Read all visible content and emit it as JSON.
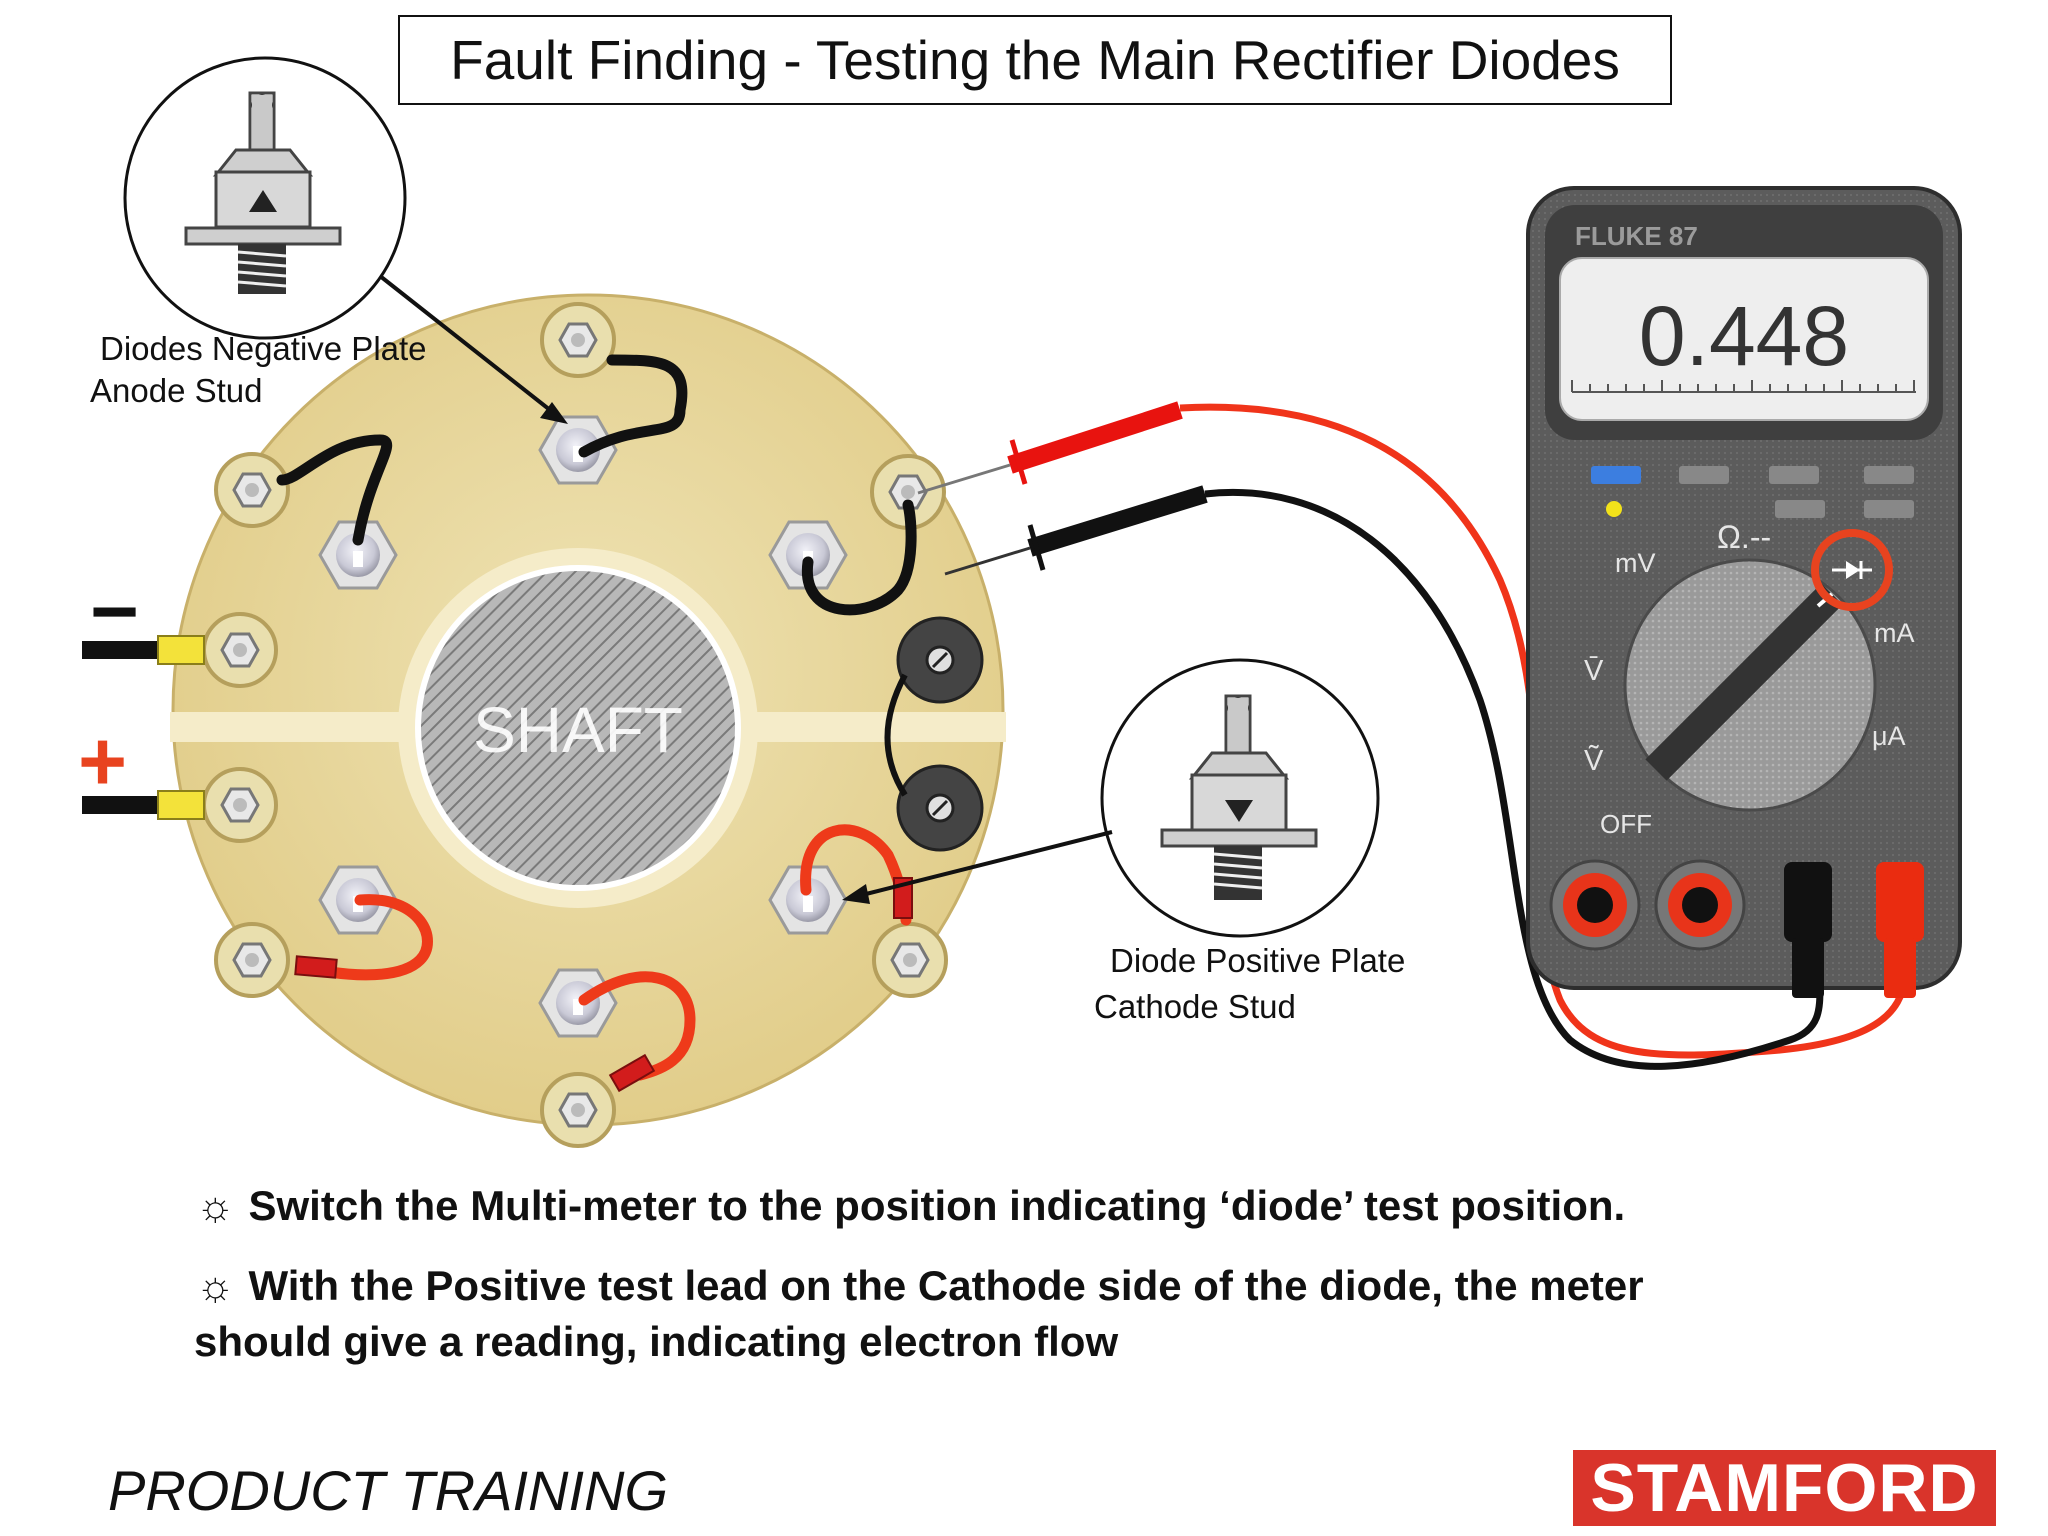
{
  "title": "Fault Finding - Testing the Main Rectifier Diodes",
  "labels": {
    "negative_plate_line1": "Diodes Negative Plate",
    "negative_plate_line2": "Anode Stud",
    "positive_plate_line1": "Diode Positive Plate",
    "positive_plate_line2": "Cathode Stud",
    "shaft": "SHAFT",
    "minus": "−",
    "plus": "+"
  },
  "multimeter": {
    "brand": "FLUKE 87",
    "reading": "0.448",
    "dial_labels": {
      "ohm": "Ω.--",
      "mv": "mV",
      "ma": "mA",
      "ua": "μA",
      "v_dc": "V̄",
      "v_ac": "Ṽ",
      "off": "OFF"
    },
    "selected_position": "diode-test",
    "colors": {
      "body": "#5a5a5a",
      "highlight_ring": "#e8431f",
      "red_lead": "#f0341a",
      "black_lead": "#111111"
    }
  },
  "bullets": [
    {
      "symbol": "☼",
      "text": "Switch the Multi-meter to the position indicating ‘diode’ test position."
    },
    {
      "symbol": "☼",
      "text_line1": "With the Positive test lead on the Cathode side of the diode, the meter",
      "text_line2": "should give a reading, indicating electron flow"
    }
  ],
  "footer": {
    "left": "PRODUCT TRAINING",
    "logo": "STAMFORD"
  }
}
